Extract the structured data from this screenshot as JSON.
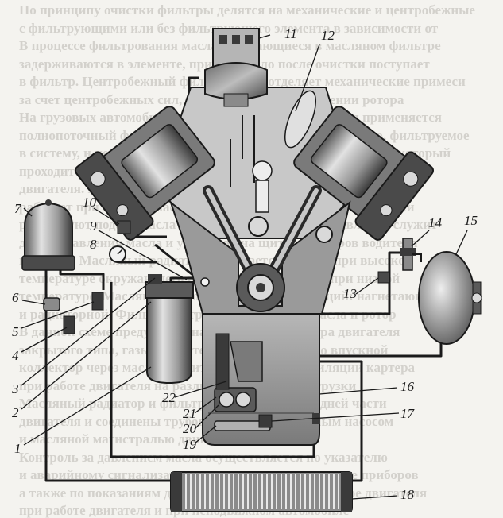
{
  "background_text": [
    "По принципу очистки фильтры делятся на механические и центробежные",
    "с фильтрующими или без фильтрующего элемента в зависимости от",
    "В процессе фильтрования масла собирающиеся в масляном фильтре",
    "задерживаются в элементе, причем масло после очистки поступает",
    "в фильтр. Центробежный фильтр масла отделяет механические примеси",
    "за счет центробежных сил, развиваемых при вращении ротора",
    "На грузовых автомобилях в системах смазки двигателя применяется",
    "полнопоточный фильтр, через который проходит все масло, фильтруемое",
    "в систему, и неполнопоточный фильтр тонкой очистки, через который",
    "проходит часть масла, которое после очистки служит слив в картер",
    "двигателя. Масло в системе смазки охлаждается в радиаторе,",
    "работает при помощи насоса и клапана, которые автоматически",
    "регулируют подачу масла в систему. Для контроля давления служит",
    "датчик давления масла и указатель на щитке приборов водителя",
    "в кабине. Масляный радиатор включается краном при высокой",
    "температуре окружающего воздуха и отключается при низкой",
    "температуре. Масляный насос состоит из двух секций: нагнетающей",
    "и радиаторной. Фильтр центробежной очистки масла и ротор",
    "В данной схеме предусмотрена вентиляция картера двигателя",
    "закрытого типа, газы из картера отсасываются во впускной",
    "коллектор через маслоотделитель и клапан вентиляции картера",
    "при работе двигателя на различных режимах нагрузки",
    "Масляный радиатор и фильтр размещены в передней части",
    "двигателя и соединены трубопроводами с масляным насосом",
    "и масляной магистралью двигателя автомобиля",
    "Контроль за давлением масла осуществляется по указателю",
    "и аварийному сигнализатору давления масла на щитке приборов",
    "а также по показаниям датчика уровня масла в картере двигателя",
    "при работе двигателя и при неподвижном автомобиле"
  ],
  "callouts": [
    "1",
    "2",
    "3",
    "4",
    "5",
    "6",
    "7",
    "8",
    "9",
    "10",
    "11",
    "12",
    "13",
    "14",
    "15",
    "16",
    "17",
    "18",
    "19",
    "20",
    "21",
    "22"
  ],
  "colors": {
    "ink": "#1a1a1a",
    "metal_dark": "#3a3a3a",
    "metal_mid": "#8a8a8a",
    "metal_light": "#d9d9d9",
    "paper": "#f4f3ef",
    "ghost_text": "#d3d1cc"
  }
}
